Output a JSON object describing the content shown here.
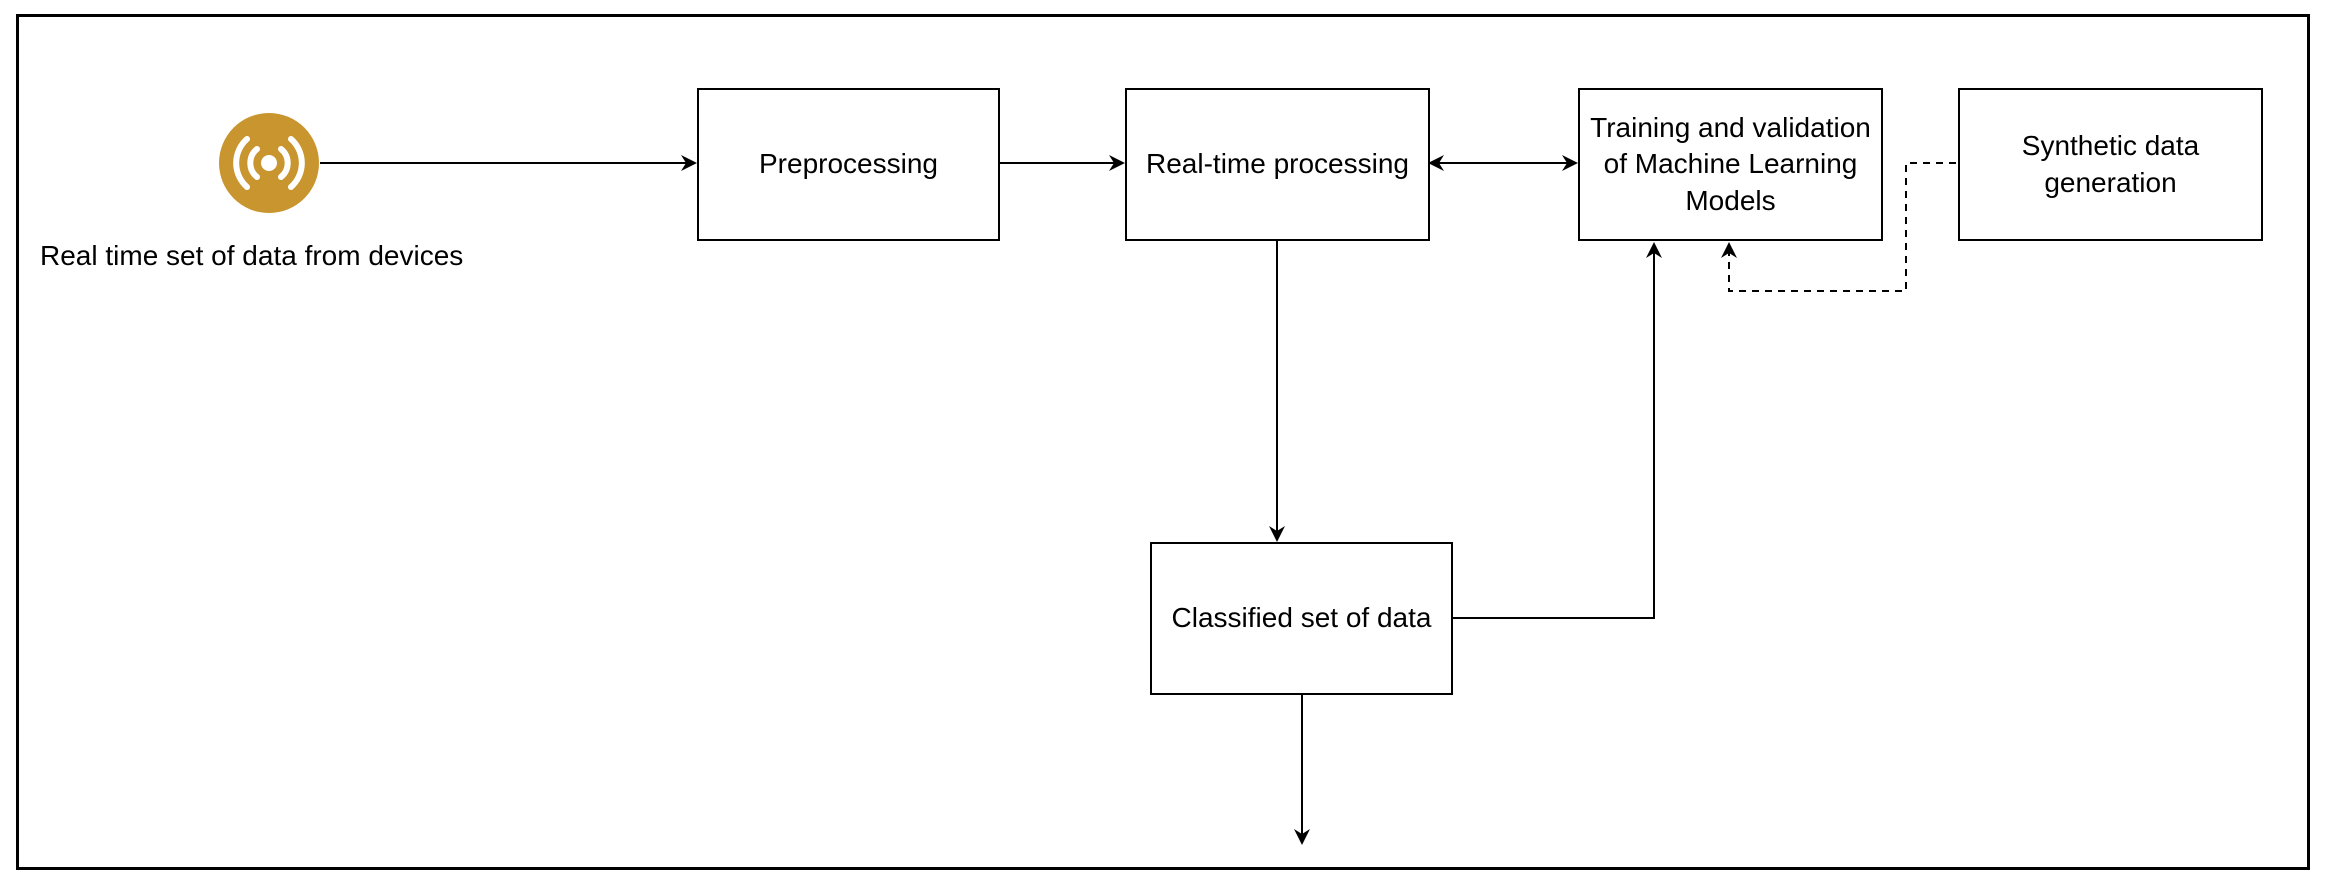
{
  "diagram": {
    "source_label": "Real time set of data from devices",
    "nodes": {
      "preprocessing": "Preprocessing",
      "realtime": "Real-time processing",
      "training": "Training and validation of Machine Learning Models",
      "synthetic": "Synthetic data generation",
      "classified": "Classified set of data"
    }
  },
  "colors": {
    "icon": "#C8952F",
    "line": "#000000"
  },
  "icons": {
    "source": "broadcast-icon"
  }
}
